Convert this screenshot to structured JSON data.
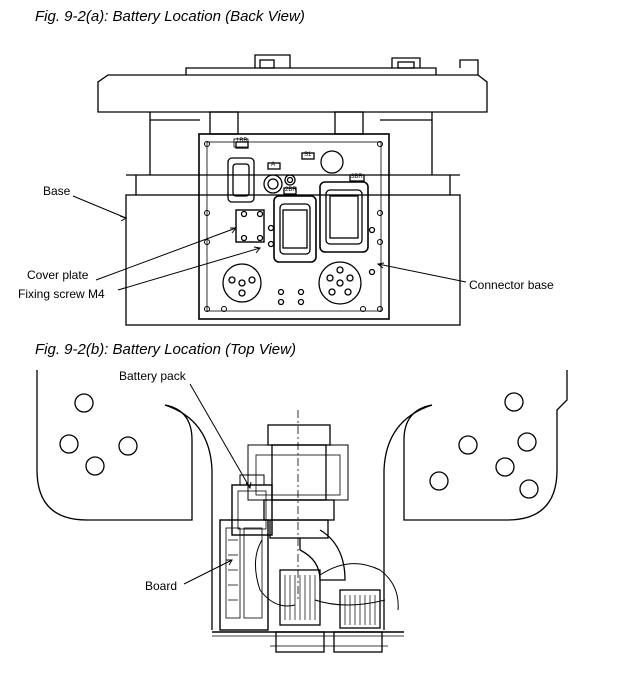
{
  "figure_a": {
    "caption": "Fig. 9-2(a):  Battery Location (Back View)",
    "labels": {
      "base": "Base",
      "cover_plate": "Cover plate",
      "fixing_screw": "Fixing screw M4",
      "connector_base": "Connector base"
    },
    "tags": {
      "tag_1": "1BR",
      "tag_a": "A",
      "tag_s1": "S1",
      "tag_2": "2BR",
      "tag_3": "3BR"
    }
  },
  "figure_b": {
    "caption": "Fig. 9-2(b): Battery Location (Top View)",
    "labels": {
      "battery_pack": "Battery pack",
      "board": "Board"
    }
  }
}
